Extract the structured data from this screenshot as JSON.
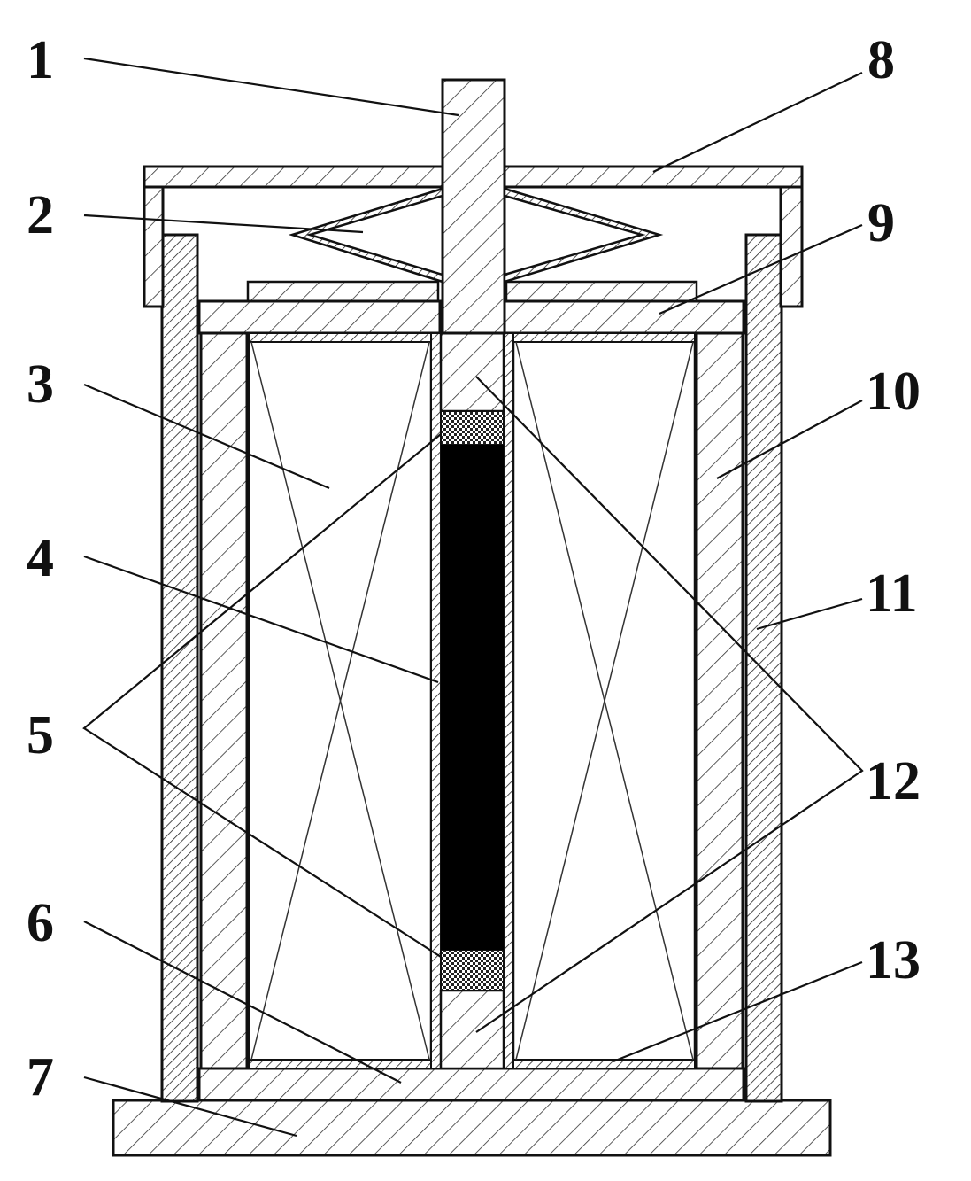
{
  "diagram": {
    "labels": {
      "l1": "1",
      "l2": "2",
      "l3": "3",
      "l4": "4",
      "l5": "5",
      "l6": "6",
      "l7": "7",
      "l8": "8",
      "l9": "9",
      "l10": "10",
      "l11": "11",
      "l12": "12",
      "l13": "13"
    },
    "colors": {
      "line": "#111111",
      "hatch": "#333333",
      "core": "#000000",
      "background": "#ffffff"
    }
  }
}
